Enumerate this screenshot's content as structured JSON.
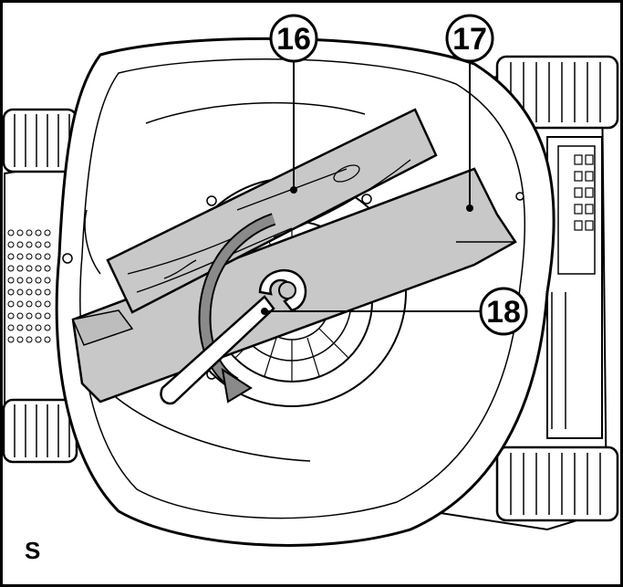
{
  "figure": {
    "panel_label": "S",
    "callouts": [
      {
        "id": "callout-16",
        "label": "16"
      },
      {
        "id": "callout-17",
        "label": "17"
      },
      {
        "id": "callout-18",
        "label": "18"
      }
    ],
    "colors": {
      "outline": "#000000",
      "fill_light": "#ffffff",
      "fill_grey": "#c8c8c8",
      "fill_dark": "#8a8a8a"
    }
  }
}
